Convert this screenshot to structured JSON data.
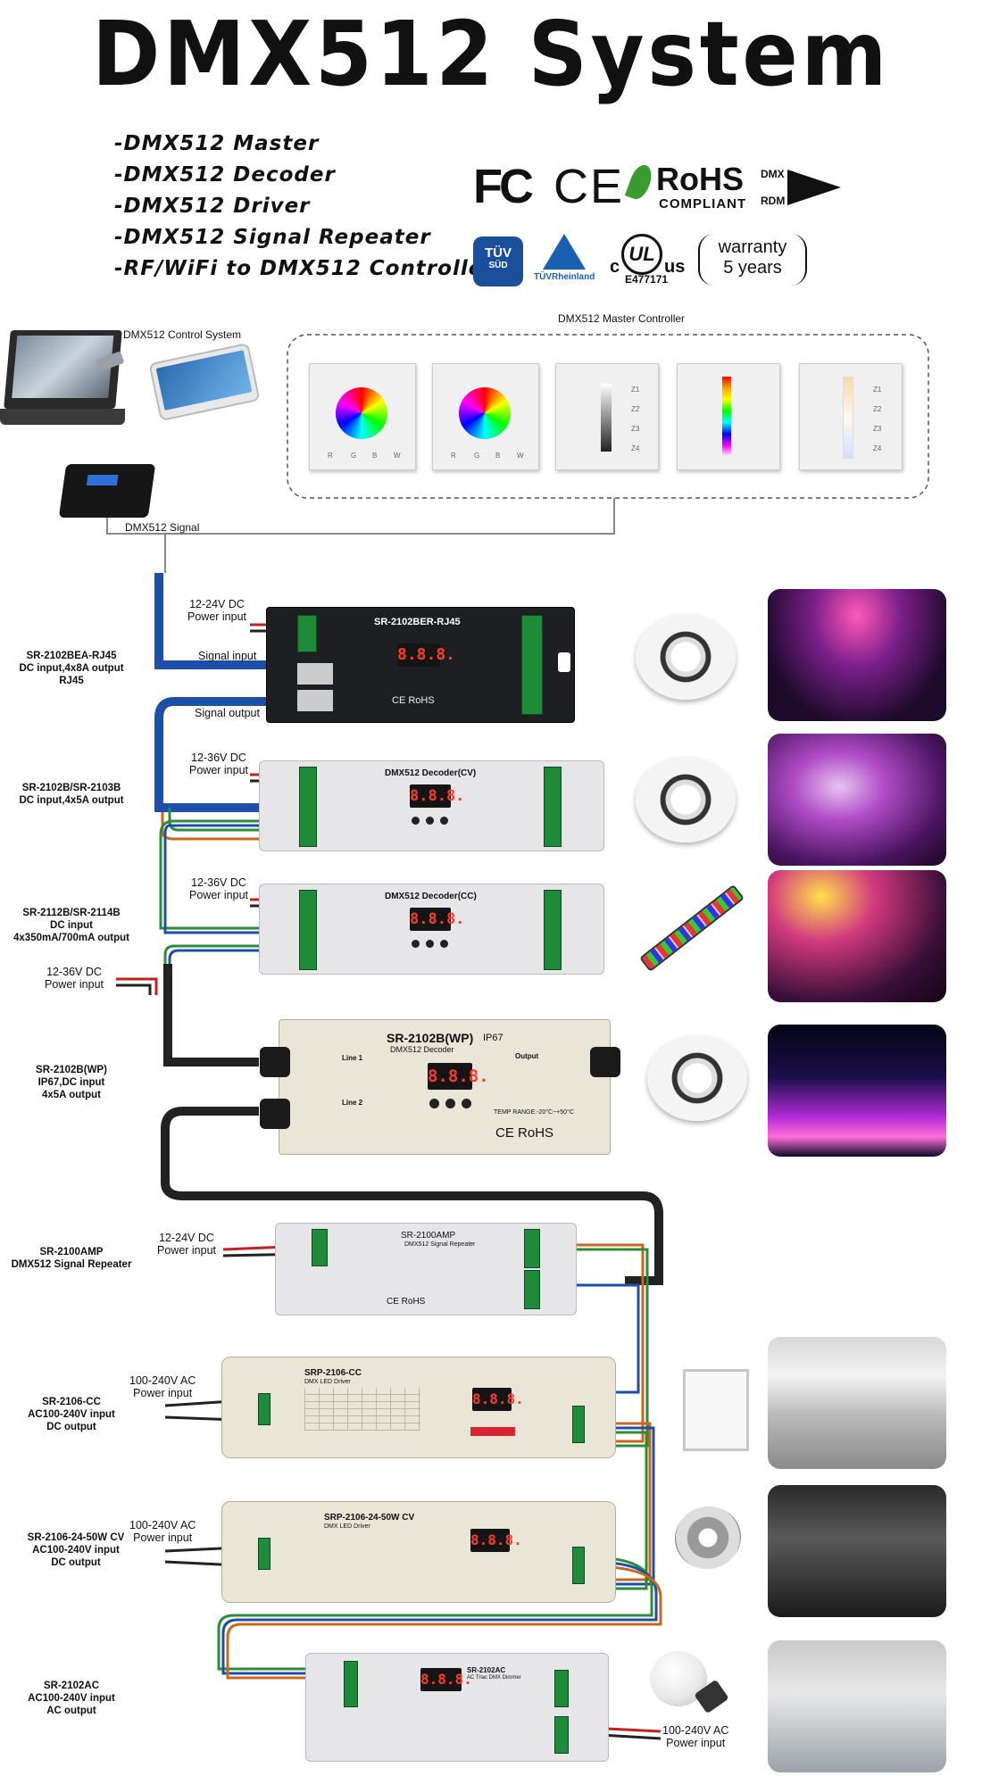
{
  "title": "DMX512  System",
  "features": [
    "-DMX512  Master",
    "-DMX512  Decoder",
    "-DMX512  Driver",
    "-DMX512  Signal  Repeater",
    "-RF/WiFi  to  DMX512  Controller"
  ],
  "certs": {
    "fc": "FC",
    "ce": "CE",
    "rohs": "RoHS",
    "rohs_sub": "COMPLIANT",
    "dmx_top": "DMX",
    "dmx_bottom": "RDM",
    "tuv": "TÜV",
    "tuv_sub": "SÜD",
    "tuv_rh": "TÜVRheinland",
    "ul_c": "c",
    "ul_us": "us",
    "ul_num": "E477171",
    "warranty_top": "warranty",
    "warranty_bottom": "5 years"
  },
  "pc_label": "PC DMX512 Control System",
  "master_label": "DMX512 Master Controller",
  "signal_label": "DMX512 Signal",
  "panels": {
    "rgbw_left": "R",
    "rgbw_g": "G",
    "rgbw_b": "B",
    "rgbw_w": "W",
    "zones": [
      "Z1",
      "Z2",
      "Z3",
      "Z4"
    ]
  },
  "devices": [
    {
      "side": [
        "SR-2102BEA-RJ45",
        "DC input,4x8A output",
        "RJ45"
      ],
      "power": [
        "12-24V DC",
        "Power input"
      ],
      "signal_in": "Signal input",
      "signal_out": "Signal output",
      "name": "SR-2102BER-RJ45",
      "display": "8.8.8.",
      "rohs": "RoHS"
    },
    {
      "side": [
        "SR-2102B/SR-2103B",
        "DC input,4x5A output"
      ],
      "power": [
        "12-36V DC",
        "Power input"
      ],
      "name": "DMX512 Decoder(CV)",
      "display": "8.8.8."
    },
    {
      "side": [
        "SR-2112B/SR-2114B",
        "DC input",
        "4x350mA/700mA output"
      ],
      "power": [
        "12-36V DC",
        "Power input"
      ],
      "name": "DMX512 Decoder(CC)",
      "display": "8.8.8."
    },
    {
      "side": [
        "SR-2102B(WP)",
        "IP67,DC input",
        "4x5A output"
      ],
      "power": [
        "12-36V DC",
        "Power input"
      ],
      "name": "SR-2102B(WP)",
      "ip": "IP67",
      "sub": "DMX512 Decoder",
      "display": "8.8.8.",
      "line1": "Line 1",
      "line2": "Line 2",
      "output": "Output",
      "temp": "TEMP RANGE:-20°C~+50°C",
      "rohs": "RoHS"
    },
    {
      "side": [
        "SR-2100AMP",
        "DMX512 Signal Repeater"
      ],
      "power": [
        "12-24V DC",
        "Power input"
      ],
      "name": "SR-2100AMP",
      "sub": "DMX512 Signal Repeater",
      "rohs": "RoHS"
    },
    {
      "side": [
        "SR-2106-CC",
        "AC100-240V input",
        "DC output"
      ],
      "power": [
        "100-240V AC",
        "Power input"
      ],
      "name": "SRP-2106-CC",
      "sub": "DMX LED Driver",
      "display": "8.8.8."
    },
    {
      "side": [
        "SR-2106-24-50W CV",
        "AC100-240V input",
        "DC output"
      ],
      "power": [
        "100-240V AC",
        "Power input"
      ],
      "name": "SRP-2106-24-50W CV",
      "sub": "DMX LED Driver",
      "display": "8.8.8."
    },
    {
      "side": [
        "SR-2102AC",
        "AC100-240V input",
        "AC output"
      ],
      "power": [
        "100-240V AC",
        "Power input"
      ],
      "name": "SR-2102AC",
      "sub": "AC Triac DMX Dimmer",
      "display": "8.8.8."
    }
  ],
  "colors": {
    "cable_blue": "#1e4fa8",
    "cable_black": "#222222",
    "cable_green": "#2e8b3a",
    "cable_orange": "#c8681c",
    "cable_red": "#c0231e",
    "terminal_green": "#1f8a3a"
  }
}
